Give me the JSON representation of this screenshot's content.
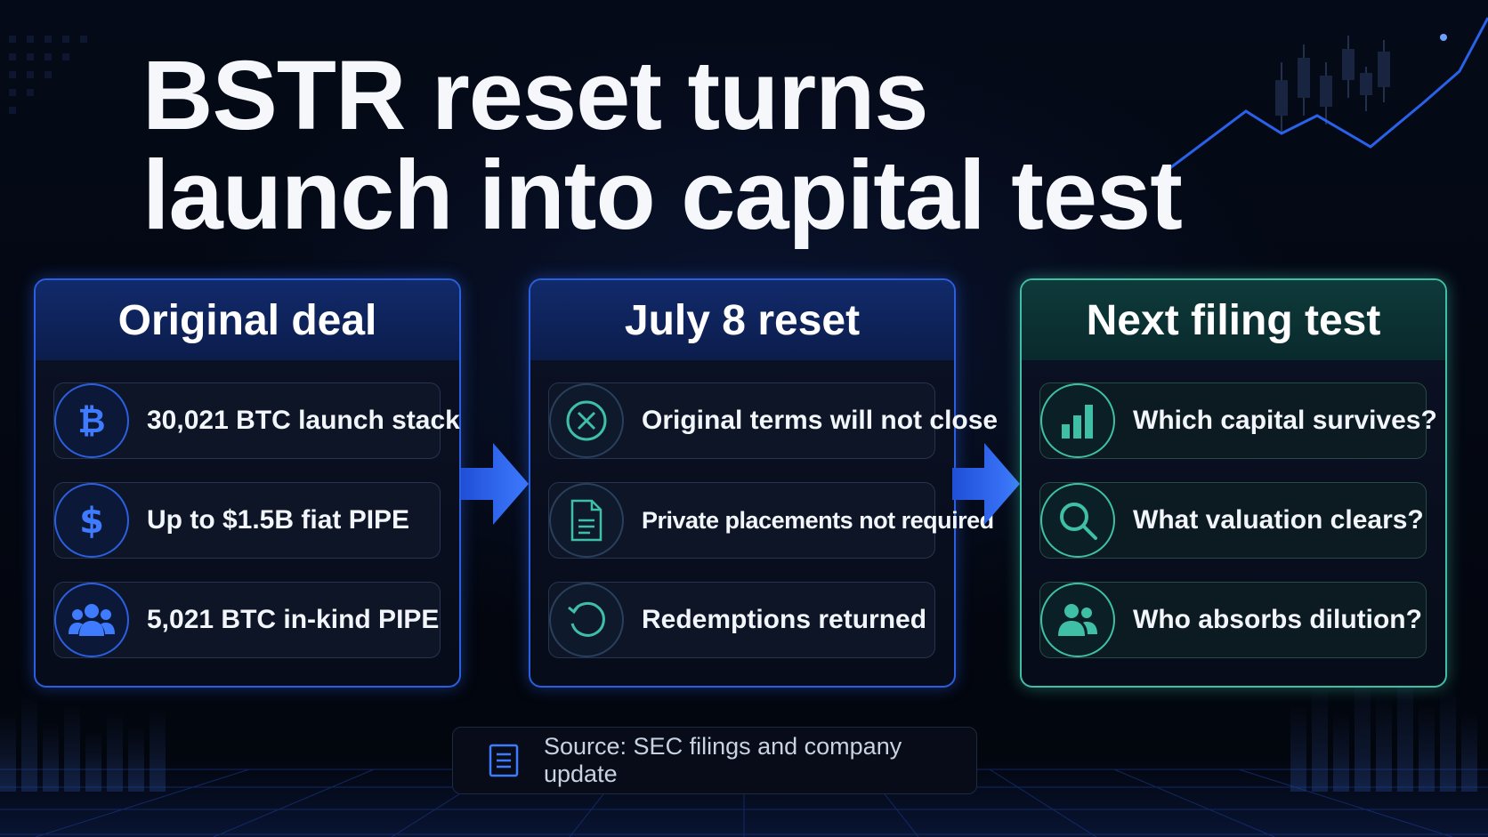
{
  "title": {
    "line1": "BSTR reset turns",
    "line2": "launch into capital test"
  },
  "colors": {
    "accent_blue": "#2b5fe0",
    "accent_teal": "#3fbfa6",
    "background": "#03060f"
  },
  "columns": [
    {
      "heading": "Original deal",
      "items": [
        {
          "icon": "bitcoin-icon",
          "text": "30,021 BTC launch stack"
        },
        {
          "icon": "dollar-icon",
          "text": "Up to $1.5B fiat PIPE"
        },
        {
          "icon": "people-icon",
          "text": "5,021 BTC in-kind PIPE"
        }
      ]
    },
    {
      "heading": "July 8 reset",
      "items": [
        {
          "icon": "x-circle-icon",
          "text": "Original terms will not close"
        },
        {
          "icon": "document-icon",
          "text": "Private placements not required"
        },
        {
          "icon": "refresh-icon",
          "text": "Redemptions returned"
        }
      ]
    },
    {
      "heading": "Next filing test",
      "items": [
        {
          "icon": "bar-chart-icon",
          "text": "Which capital survives?"
        },
        {
          "icon": "magnifier-icon",
          "text": "What valuation clears?"
        },
        {
          "icon": "users-icon",
          "text": "Who absorbs dilution?"
        }
      ]
    }
  ],
  "source": {
    "icon": "document-lines-icon",
    "text": "Source: SEC filings and company update"
  }
}
